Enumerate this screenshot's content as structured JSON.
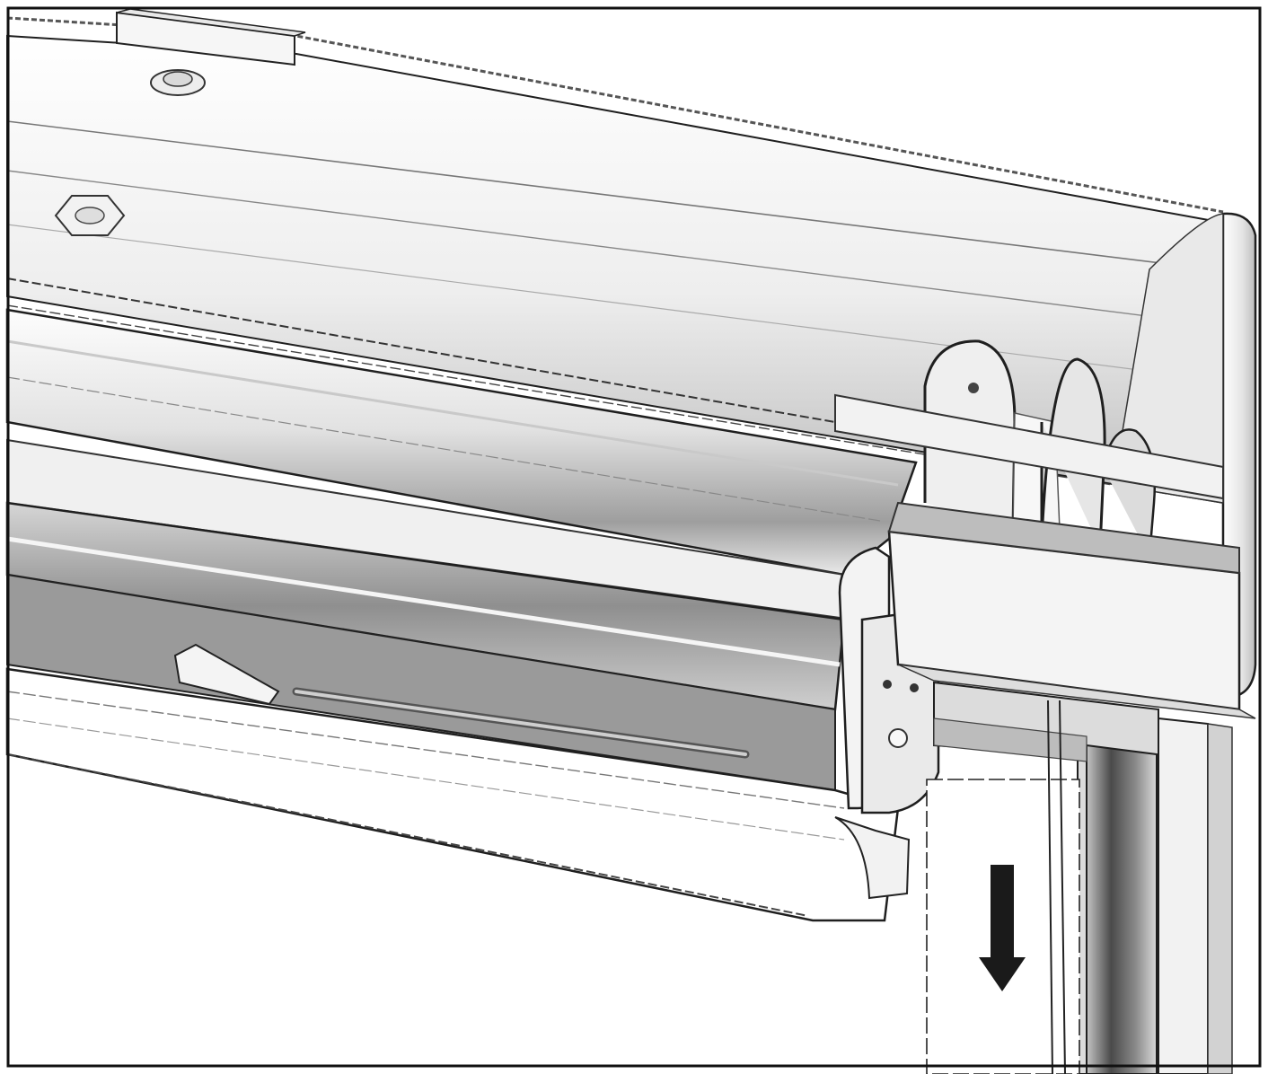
{
  "figure": {
    "kind": "technical-illustration",
    "subject": "headrail-assembly-corner",
    "annotation": {
      "icon": "arrow-down-icon",
      "direction": "down",
      "color": "#1a1a1a"
    },
    "palette": {
      "outline": "#1f1f1f",
      "light": "#f4f4f4",
      "mid": "#cfcfcf",
      "dark": "#5c5c5c",
      "frame": "#111111"
    }
  }
}
